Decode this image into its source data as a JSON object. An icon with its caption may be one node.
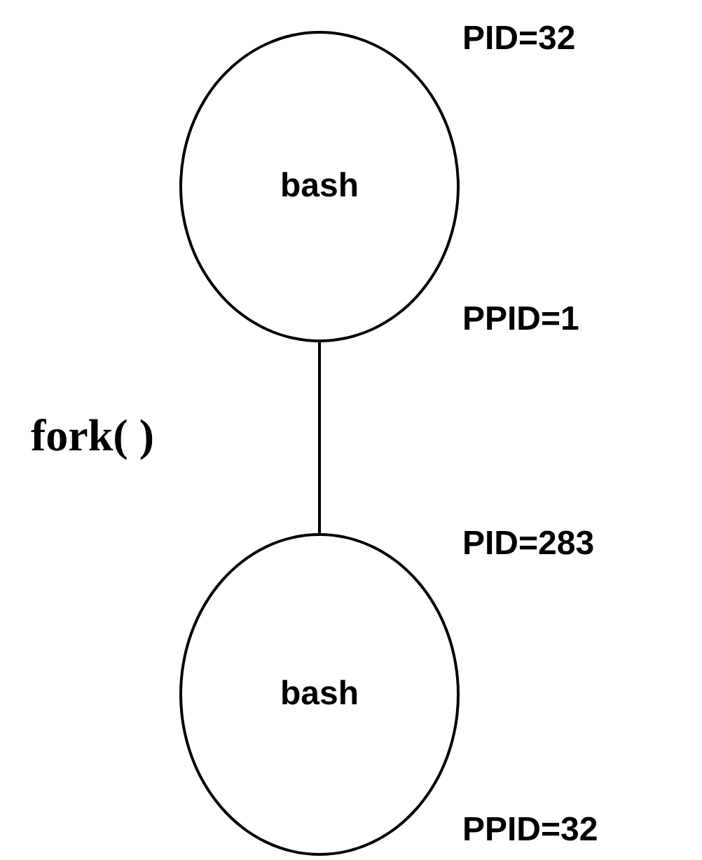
{
  "diagram": {
    "nodes": [
      {
        "text": [
          "bash"
        ],
        "beside": [
          "PID=32",
          "PPID=1"
        ]
      },
      {
        "text": [
          "bash"
        ],
        "beside": [
          "PID=283",
          "PPID=32"
        ]
      }
    ],
    "edges": [
      {
        "from": 0,
        "to": 1,
        "arrow": "none",
        "label": "fork( )"
      }
    ]
  }
}
